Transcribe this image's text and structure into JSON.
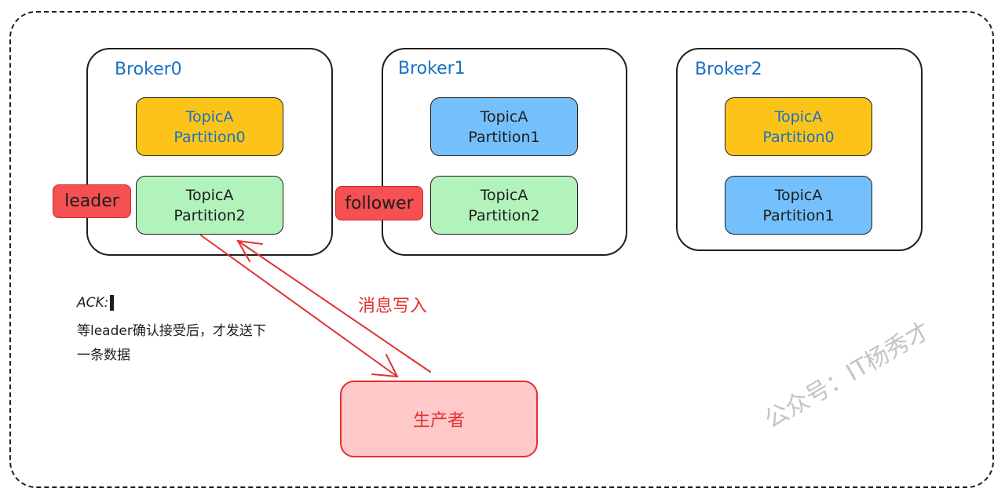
{
  "brokers": [
    {
      "title": "Broker0",
      "partitions": [
        {
          "line1": "TopicA",
          "line2": "Partition0",
          "color": "#fcc419"
        },
        {
          "line1": "TopicA",
          "line2": "Partition2",
          "color": "#b2f2bb"
        }
      ]
    },
    {
      "title": "Broker1",
      "partitions": [
        {
          "line1": "TopicA",
          "line2": "Partition1",
          "color": "#74c0fc"
        },
        {
          "line1": "TopicA",
          "line2": "Partition2",
          "color": "#b2f2bb"
        }
      ]
    },
    {
      "title": "Broker2",
      "partitions": [
        {
          "line1": "TopicA",
          "line2": "Partition0",
          "color": "#fcc419"
        },
        {
          "line1": "TopicA",
          "line2": "Partition1",
          "color": "#74c0fc"
        }
      ]
    }
  ],
  "tags": {
    "leader": "leader",
    "follower": "follower"
  },
  "producer": "生产者",
  "arrow_label": "消息写入",
  "note": {
    "ack": "ACK:",
    "line1": "等leader确认接受后，才发送下",
    "line2": "一条数据"
  },
  "watermark": "公众号：IT杨秀才",
  "colors": {
    "accent": "#e03131",
    "title": "#1971c2",
    "tag": "#f55052"
  }
}
